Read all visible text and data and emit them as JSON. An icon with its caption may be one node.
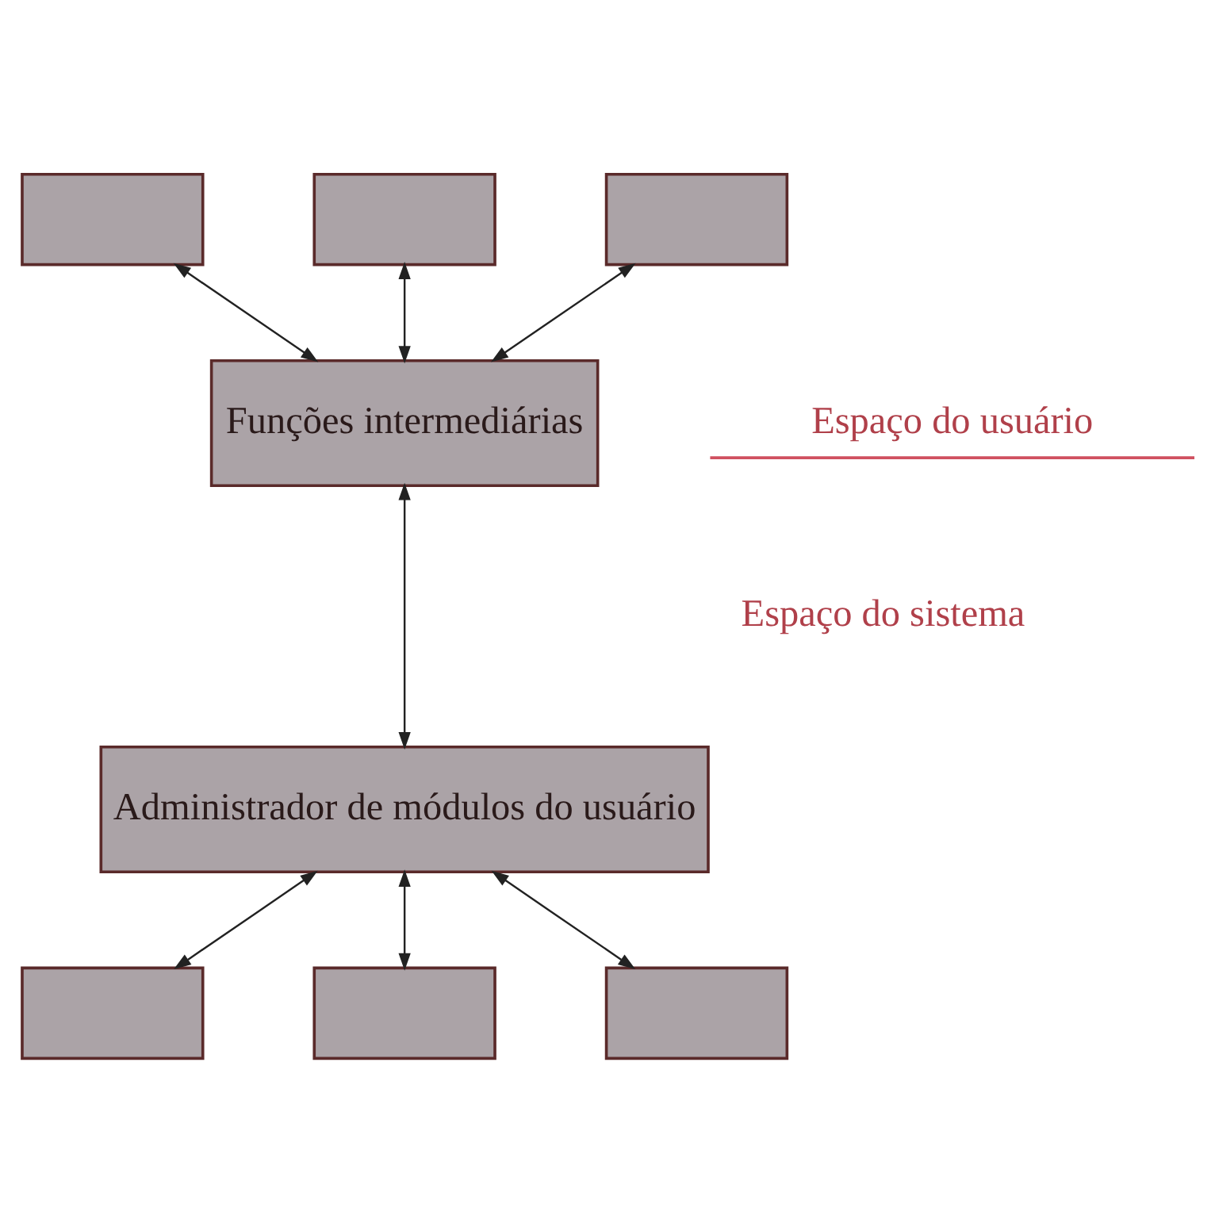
{
  "diagram": {
    "nodes": [
      {
        "text": [],
        "shape": "box"
      },
      {
        "text": [],
        "shape": "box"
      },
      {
        "text": [],
        "shape": "box"
      },
      {
        "text": [
          "Funções intermediárias"
        ]
      },
      {
        "text": [
          "Administrador de módulos do usuário"
        ]
      },
      {
        "text": [],
        "shape": "box"
      },
      {
        "text": [],
        "shape": "box"
      },
      {
        "text": [],
        "shape": "box"
      }
    ],
    "edges": [
      {
        "from": 0,
        "to": 3,
        "arrow": "both"
      },
      {
        "from": 1,
        "to": 3,
        "arrow": "both"
      },
      {
        "from": 2,
        "to": 3,
        "arrow": "both"
      },
      {
        "from": 3,
        "to": 4,
        "arrow": "both"
      },
      {
        "from": 4,
        "to": 5,
        "arrow": "both"
      },
      {
        "from": 4,
        "to": 6,
        "arrow": "both"
      },
      {
        "from": 4,
        "to": 7,
        "arrow": "both"
      }
    ],
    "labels": [
      "Espaço do usuário",
      "Espaço do sistema"
    ]
  }
}
